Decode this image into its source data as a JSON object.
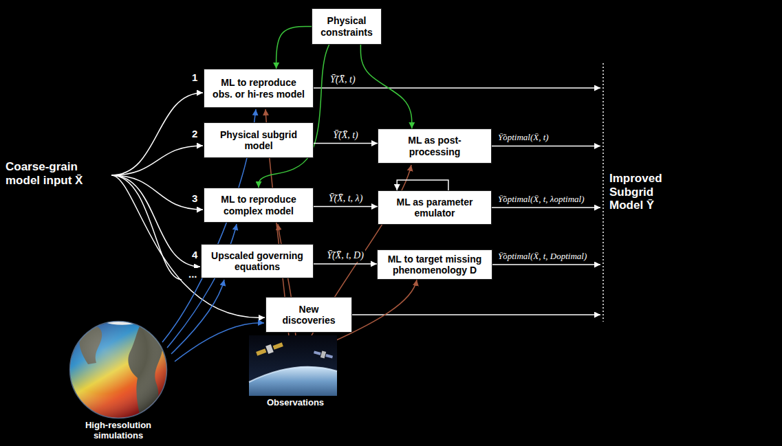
{
  "diagram": {
    "nodes": [
      {
        "text": [
          "Physical constraints"
        ]
      },
      {
        "text": [
          "ML to reproduce obs. or hi-res model"
        ]
      },
      {
        "text": [
          "Physical subgrid model"
        ]
      },
      {
        "text": [
          "ML as post-processing"
        ]
      },
      {
        "text": [
          "ML to reproduce complex model"
        ]
      },
      {
        "text": [
          "ML as parameter emulator"
        ]
      },
      {
        "text": [
          "Upscaled governing equations"
        ]
      },
      {
        "text": [
          "ML to target missing phenomenology D"
        ]
      },
      {
        "text": [
          "New discoveries"
        ]
      }
    ],
    "edges": [
      {
        "from": 0,
        "to": 1,
        "arrow": "to"
      },
      {
        "from": 0,
        "to": 3,
        "arrow": "to"
      },
      {
        "from": 0,
        "to": 4,
        "arrow": "to"
      },
      {
        "from": 2,
        "to": 3,
        "label": "Ȳ̃(X̄, t)",
        "arrow": "to"
      },
      {
        "from": 4,
        "to": 5,
        "label": "Ȳ̃(X̄, t, λ)",
        "arrow": "to"
      },
      {
        "from": 5,
        "to": 5,
        "arrow": "to"
      },
      {
        "from": 6,
        "to": 7,
        "label": "Ȳ̃(X̄, t, D)",
        "arrow": "to"
      }
    ],
    "labels": [
      "1",
      "2",
      "3",
      "4",
      "...",
      "Coarse-grain model input X̄",
      "Improved Subgrid Model Ȳ",
      "High-resolution simulations",
      "Observations",
      "Ȳ̃(X̄, t)",
      "Ȳ̃optimal(X̄, t)",
      "Ȳ̃optimal(X̄, t, λoptimal)",
      "Ȳ̃optimal(X̄, t, Doptimal)"
    ]
  }
}
